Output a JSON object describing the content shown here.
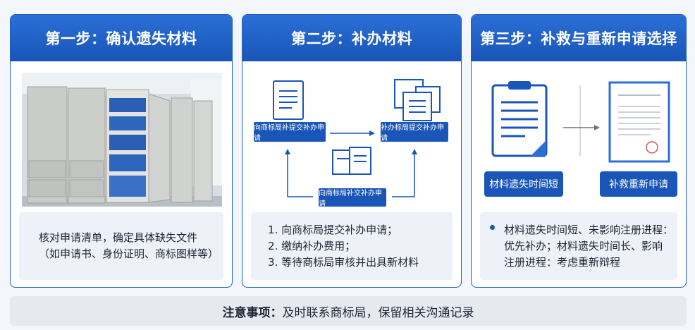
{
  "steps": [
    {
      "title": "第一步：确认遗失材料",
      "description_lines": [
        "核对申请清单，确定具体缺失文件",
        "（如申请书、身份证明、商标图样等）"
      ]
    },
    {
      "title": "第二步：补办材料",
      "diagram": {
        "box_a": "向商标局补提交补办申请",
        "box_b": "补办标局提交补办申请",
        "box_c": "向商标局补交补办申请"
      },
      "list": [
        "1. 向商标局提交补办申请；",
        "2. 缴纳补办费用；",
        "3. 等待商标局审核并出具新材料"
      ]
    },
    {
      "title": "第三步：补救与重新申请选择",
      "left_label": "材料遗失时间短",
      "right_label": "补救重新申请",
      "bullet_lines": [
        "材料遗失时间短、未影响注册进程：",
        "优先补办；材料遗失时间长、影响",
        "注册进程：考虑重新辩程"
      ]
    }
  ],
  "footer": {
    "label": "注意事项：",
    "text": "及时联系商标局，保留相关沟通记录"
  },
  "colors": {
    "primary": "#1a55b8",
    "accent": "#2a6fd6",
    "panel": "#eef2f8"
  }
}
